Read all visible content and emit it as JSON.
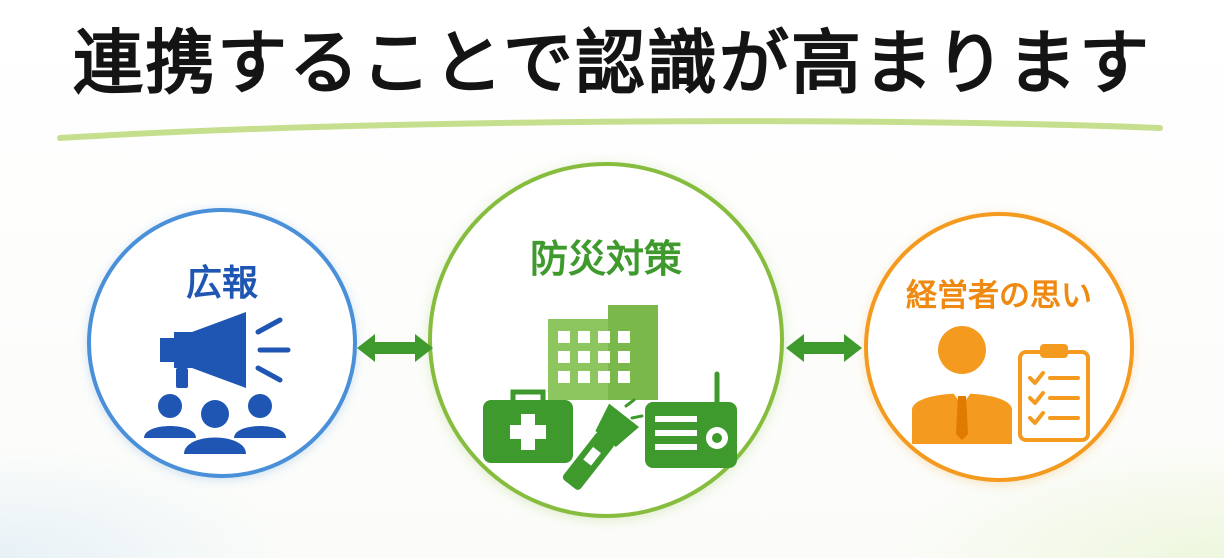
{
  "title": "連携することで認識が高まります",
  "nodes": [
    {
      "label": "広報",
      "color": "#1f56b3"
    },
    {
      "label": "防災対策",
      "color": "#3f9a2e"
    },
    {
      "label": "経営者の思い",
      "color": "#ee8a12"
    }
  ],
  "connector_color": "#3f9a2e",
  "icons": {
    "left": [
      "megaphone-icon",
      "audience-icon"
    ],
    "middle": [
      "building-icon",
      "first-aid-kit-icon",
      "flashlight-icon",
      "radio-icon"
    ],
    "right": [
      "businessman-icon",
      "checklist-clipboard-icon"
    ]
  }
}
